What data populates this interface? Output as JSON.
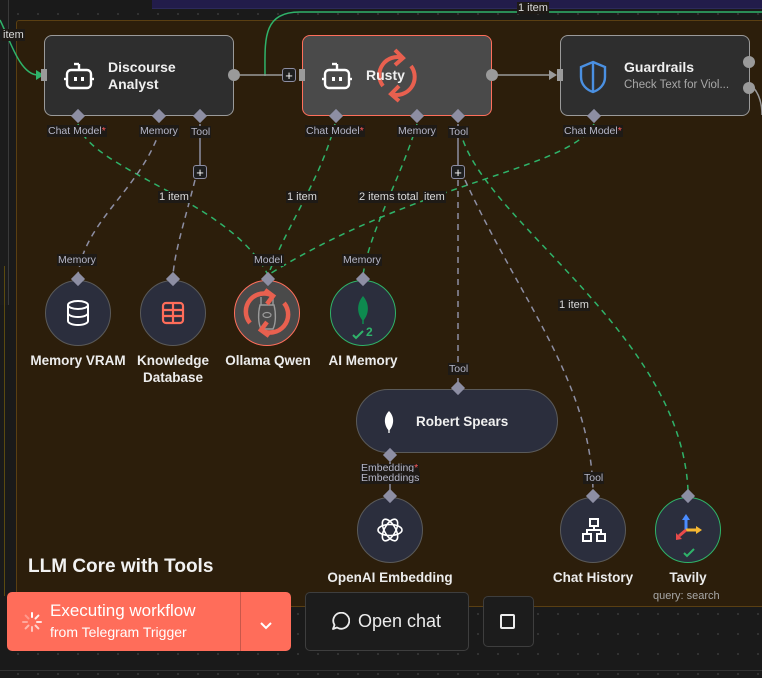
{
  "canvas": {
    "sticky_title": "LLM Core with Tools",
    "colors": {
      "accent": "#ff6d5a",
      "success": "#2fb36a",
      "sticky_bg": "#2c1e0b",
      "port": "#8d8ea3"
    }
  },
  "edge_labels": {
    "top_left": "item",
    "top_right": "1 item",
    "discourse_model": "1 item",
    "rusty_model": "1 item",
    "rusty_memory": "2 items total",
    "guardrails_model": "item",
    "tavily_tool": "1 item"
  },
  "nodes": {
    "discourse": {
      "title_line1": "Discourse",
      "title_line2": "Analyst",
      "icon": "robot-icon",
      "ports": {
        "chat_model": "Chat Model",
        "memory": "Memory",
        "tool": "Tool"
      }
    },
    "rusty": {
      "title": "Rusty",
      "icon": "robot-icon",
      "status": "running",
      "ports": {
        "chat_model": "Chat Model",
        "memory": "Memory",
        "tool": "Tool"
      }
    },
    "guardrails": {
      "title": "Guardrails",
      "subtitle": "Check Text for Viol...",
      "icon": "shield-icon",
      "ports": {
        "chat_model": "Chat Model"
      }
    },
    "memory_vram": {
      "label": "Memory VRAM",
      "icon": "database-icon",
      "port": "Memory"
    },
    "knowledge_db": {
      "label_line1": "Knowledge",
      "label_line2": "Database",
      "icon": "table-icon"
    },
    "ollama": {
      "label": "Ollama Qwen",
      "icon": "llama-icon",
      "status": "running",
      "port": "Model"
    },
    "ai_memory": {
      "label": "AI Memory",
      "icon": "leaf-icon",
      "port": "Memory",
      "run_count": "2"
    },
    "robert": {
      "label": "Robert Spears",
      "icon": "leaf-icon",
      "port_in": "Tool",
      "port_out": "Embedding"
    },
    "openai": {
      "label": "OpenAI Embedding",
      "icon": "openai-icon",
      "port": "Embeddings"
    },
    "chat_history": {
      "label": "Chat History",
      "icon": "sitemap-icon",
      "port": "Tool"
    },
    "tavily": {
      "label": "Tavily",
      "icon": "tavily-icon",
      "subtitle": "query: search"
    }
  },
  "footer": {
    "exec_title": "Executing workflow",
    "exec_sub": "from Telegram Trigger",
    "open_chat": "Open chat"
  }
}
